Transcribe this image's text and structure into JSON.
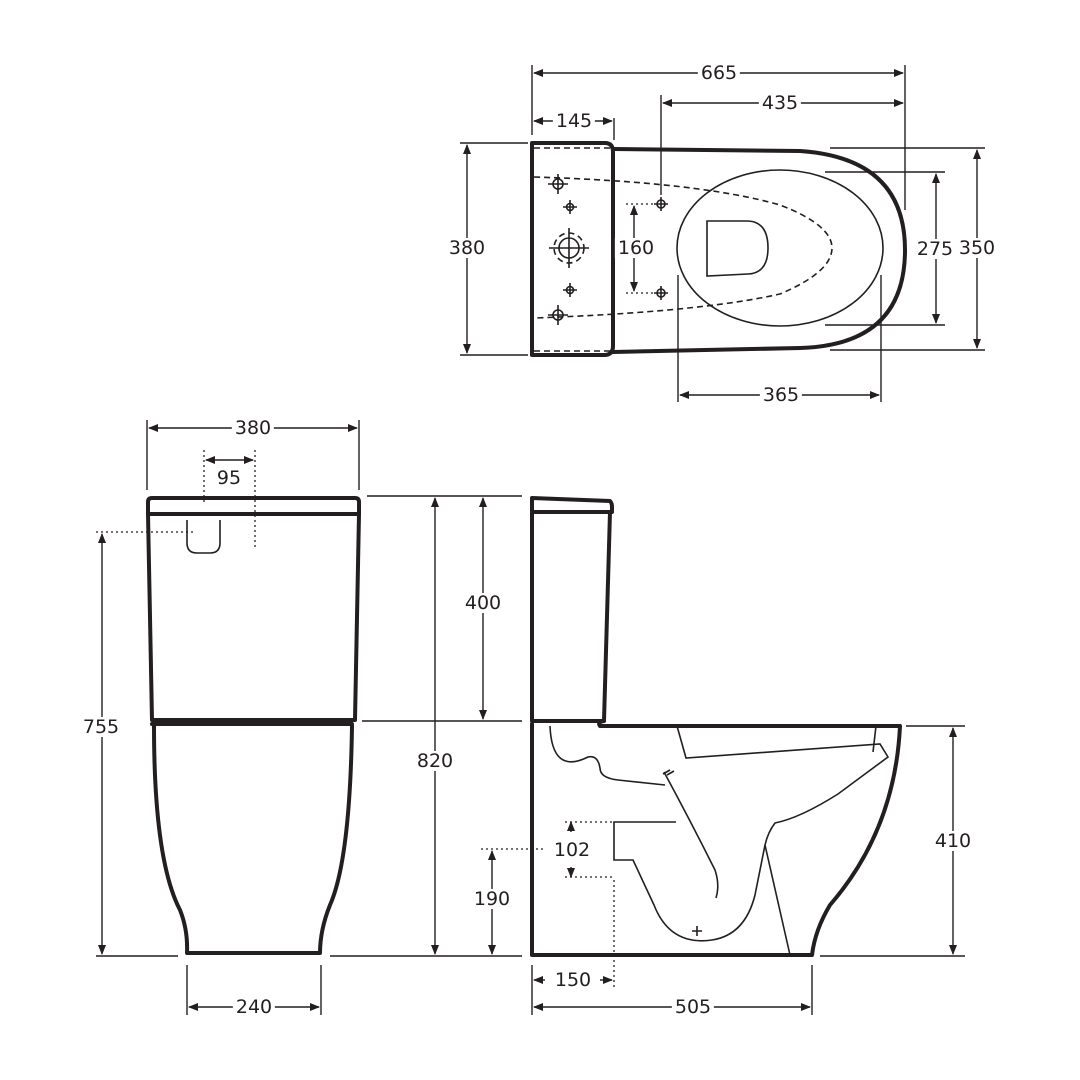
{
  "drawing": {
    "subject": "Close-coupled toilet suite dimension drawing",
    "units": "mm",
    "ink_color": "#231f20",
    "background": "#ffffff"
  },
  "views": {
    "plan": {
      "name": "Top view",
      "dimensions": {
        "overall_length": "665",
        "cistern_depth": "145",
        "fixing_to_front": "435",
        "cistern_width": "380",
        "fixing_spacing": "160",
        "seat_opening_width": "275",
        "bowl_width": "350",
        "seat_length": "365"
      }
    },
    "front": {
      "name": "Front elevation",
      "dimensions": {
        "cistern_width": "380",
        "button_offset": "95",
        "button_height": "755",
        "base_width": "240",
        "overall_height": "820",
        "cistern_height": "400"
      }
    },
    "side": {
      "name": "Side elevation",
      "dimensions": {
        "outlet_height": "190",
        "outlet_diameter": "102",
        "outlet_setout": "150",
        "pan_length": "505",
        "pan_height": "410"
      }
    }
  }
}
